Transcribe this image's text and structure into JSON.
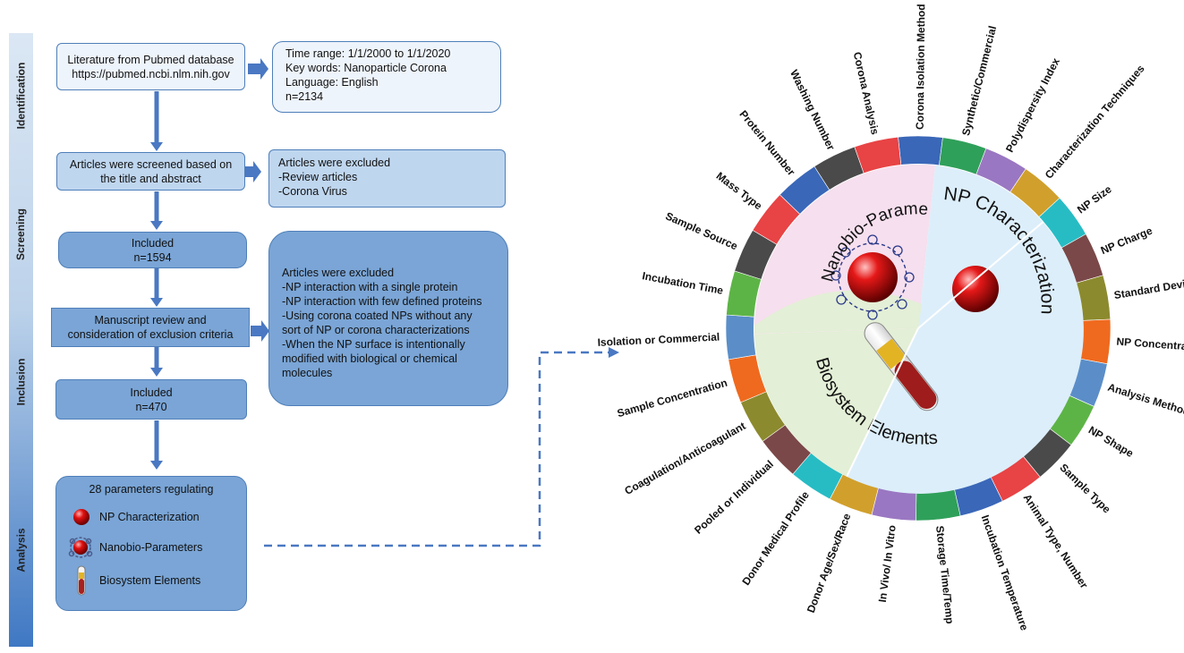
{
  "stages": [
    {
      "label": "Identification"
    },
    {
      "label": "Screening"
    },
    {
      "label": "Inclusion"
    },
    {
      "label": "Analysis"
    }
  ],
  "flow": {
    "source": {
      "lines": [
        "Literature from Pubmed database",
        "https://pubmed.ncbi.nlm.nih.gov"
      ]
    },
    "criteria": {
      "lines": [
        "Time range: 1/1/2000 to 1/1/2020",
        "Key words: Nanoparticle Corona",
        "Language: English",
        "n=2134"
      ]
    },
    "screened": {
      "lines": [
        "Articles were screened based on",
        "the title and abstract"
      ]
    },
    "excluded1": {
      "lines": [
        "Articles were excluded",
        "-Review articles",
        "-Corona Virus"
      ]
    },
    "included1": {
      "lines": [
        "Included",
        "n=1594"
      ]
    },
    "review": {
      "lines": [
        "Manuscript review and",
        "consideration of exclusion criteria"
      ]
    },
    "excluded2": {
      "lines": [
        "Articles were excluded",
        "-NP interaction with a single protein",
        "-NP interaction with few defined proteins",
        "-Using corona coated NPs without any",
        "sort of NP or corona characterizations",
        "-When the NP surface is intentionally",
        "modified with biological or chemical",
        "molecules"
      ]
    },
    "included2": {
      "lines": [
        "Included",
        "n=470"
      ]
    },
    "analysis": {
      "title": "28 parameters regulating",
      "legend": [
        {
          "label": "NP Characterization",
          "icon": "red-nanoparticle-icon"
        },
        {
          "label": "Nanobio-Parameters",
          "icon": "protein-coated-nanoparticle-icon"
        },
        {
          "label": "Biosystem Elements",
          "icon": "blood-tube-icon"
        }
      ]
    }
  },
  "wheel": {
    "sectors": [
      {
        "label": "NP Characterization",
        "fill": "#dceefa"
      },
      {
        "label": "Biosystem Elements",
        "fill": "#e3efd6"
      },
      {
        "label": "Nanobio-Parameters",
        "fill": "#f6dfee"
      }
    ],
    "parameters": [
      {
        "label": "Corona Isolation Method",
        "color": "#3a67b8"
      },
      {
        "label": "Synthetic/Commercial",
        "color": "#2fa05a"
      },
      {
        "label": "Polydispersity Index",
        "color": "#9a77c2"
      },
      {
        "label": "Characterization Techniques",
        "color": "#d1a02c"
      },
      {
        "label": "NP Size",
        "color": "#27bcc4"
      },
      {
        "label": "NP Charge",
        "color": "#7a4848"
      },
      {
        "label": "Standard Deviation",
        "color": "#8c8a2e"
      },
      {
        "label": "NP Concentration",
        "color": "#ef6a1e"
      },
      {
        "label": "Analysis Method",
        "color": "#5b8ec8"
      },
      {
        "label": "NP Shape",
        "color": "#5db446"
      },
      {
        "label": "Sample Type",
        "color": "#4a4a4a"
      },
      {
        "label": "Animal Type, Number",
        "color": "#e84345"
      },
      {
        "label": "Incubation Temperature",
        "color": "#3a67b8"
      },
      {
        "label": "Storage Time/Temp",
        "color": "#2fa05a"
      },
      {
        "label": "In Vivo/ In Vitro",
        "color": "#9a77c2"
      },
      {
        "label": "Donor Age/Sex/Race",
        "color": "#d1a02c"
      },
      {
        "label": "Donor Medical Profile",
        "color": "#27bcc4"
      },
      {
        "label": "Pooled or Individual",
        "color": "#7a4848"
      },
      {
        "label": "Coagulation/Anticoagulant",
        "color": "#8c8a2e"
      },
      {
        "label": "Sample Concentration",
        "color": "#ef6a1e"
      },
      {
        "label": "Isolation or Commercial",
        "color": "#5b8ec8"
      },
      {
        "label": "Incubation Time",
        "color": "#5db446"
      },
      {
        "label": "Sample Source",
        "color": "#4a4a4a"
      },
      {
        "label": "Mass Type",
        "color": "#e84345"
      },
      {
        "label": "Protein Number",
        "color": "#3a67b8"
      },
      {
        "label": "Washing Number",
        "color": "#4a4a4a"
      },
      {
        "label": "Corona Analysis",
        "color": "#e84345"
      }
    ]
  }
}
